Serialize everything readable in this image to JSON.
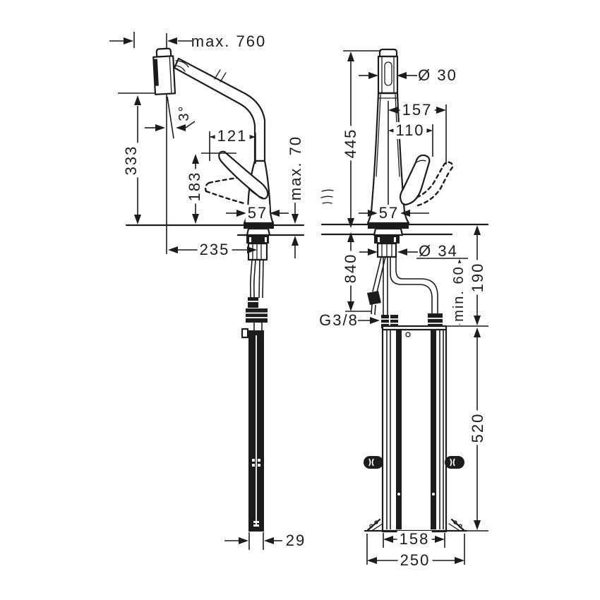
{
  "drawing": {
    "background": "#ffffff",
    "line_color": "#1c1c1c"
  },
  "side_view": {
    "pullout_hose_extension": "max. 760",
    "spout_tilt_angle": "3°",
    "handle_to_spout": "121",
    "height_to_spout_outlet": "333",
    "handle_tip_height": "183",
    "max_counter_thickness": "max. 70",
    "body_depth": "57",
    "spout_reach": "235",
    "hose_weight_width": "29"
  },
  "front_view": {
    "spray_head_diameter": "Ø 30",
    "handle_swing_width": "157",
    "handle_width": "110",
    "overall_height": "445",
    "body_width": "57",
    "shank_diameter": "Ø 34",
    "connection_hose_length": "840",
    "connection_thread": "G3/8",
    "min_clearance_below_counter": "min. 60",
    "box_distance_below_counter": "190",
    "mounting_box_height": "520",
    "mounting_box_width": "158",
    "mounting_box_total_width": "250"
  }
}
